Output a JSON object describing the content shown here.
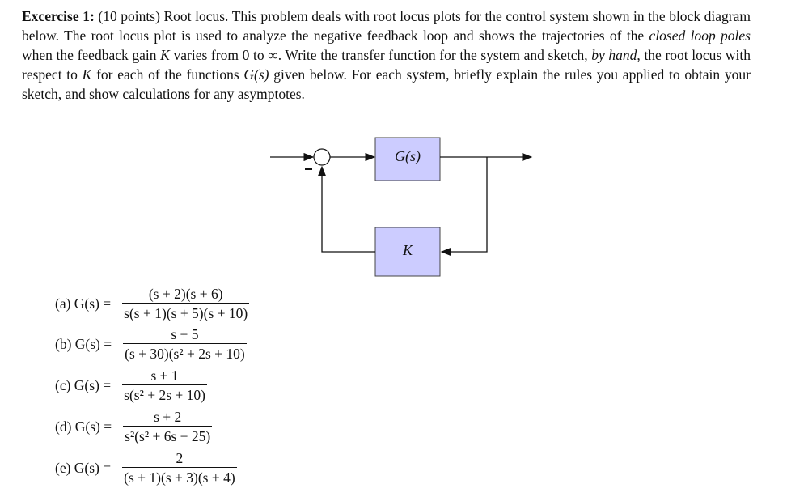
{
  "problem": {
    "heading": "Excercise 1:",
    "points": "(10 points)",
    "text_1": "Root locus. This problem deals with root locus plots for the control system shown in the block diagram below. The root locus plot is used to analyze the negative feedback loop and shows the trajectories of the ",
    "emph_1": "closed loop poles",
    "text_2": " when the feedback gain ",
    "K": "K",
    "text_3": " varies from 0 to ∞. Write the transfer function for the system and sketch, ",
    "emph_2": "by hand",
    "text_4": ", the root locus with respect to ",
    "text_5": " for each of the functions ",
    "G": "G(s)",
    "text_6": " given below. For each system, briefly explain the rules you applied to obtain your sketch, and show calculations for any asymptotes."
  },
  "diagram": {
    "forward_block": "G(s)",
    "feedback_block": "K",
    "summing_sign": "−",
    "block_fill": "#ccccff"
  },
  "equations": [
    {
      "label": "(a) G(s) =",
      "numerator": "(s + 2)(s + 6)",
      "denominator": "s(s + 1)(s + 5)(s + 10)"
    },
    {
      "label": "(b) G(s) =",
      "numerator": "s + 5",
      "denominator": "(s + 30)(s² + 2s + 10)"
    },
    {
      "label": "(c) G(s) =",
      "numerator": "s + 1",
      "denominator": "s(s² + 2s + 10)"
    },
    {
      "label": "(d) G(s) =",
      "numerator": "s + 2",
      "denominator": "s²(s² + 6s + 25)"
    },
    {
      "label": "(e) G(s) =",
      "numerator": "2",
      "denominator": "(s + 1)(s + 3)(s + 4)"
    }
  ]
}
